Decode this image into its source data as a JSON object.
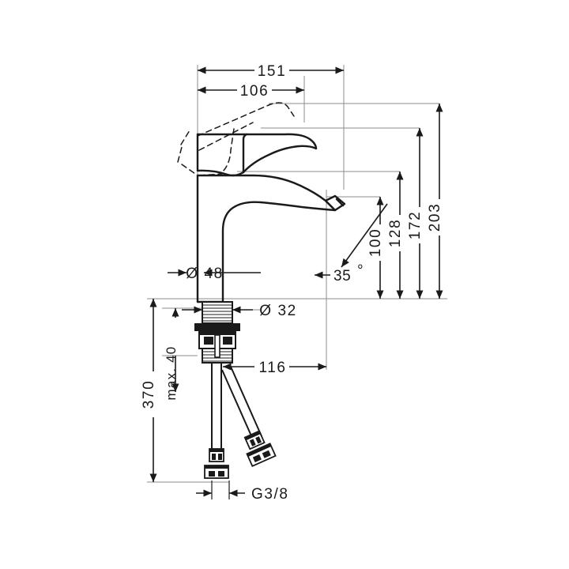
{
  "drawing": {
    "type": "technical-dimension-drawing",
    "subject": "single-lever basin mixer faucet",
    "background_color": "#ffffff",
    "line_color": "#1a1a1a",
    "extension_line_color": "#8c8c8c",
    "units": "mm"
  },
  "dimensions": {
    "horizontal": [
      {
        "id": "d151",
        "label": "151",
        "note": "overall spout reach from back reference to spout tip"
      },
      {
        "id": "d106",
        "label": "106",
        "note": "handle/lever projection"
      },
      {
        "id": "d116",
        "label": "116",
        "note": "spout outlet offset below deck"
      }
    ],
    "vertical_right": [
      {
        "id": "d100",
        "label": "100",
        "note": "height to spout underside"
      },
      {
        "id": "d128",
        "label": "128",
        "note": "height to spout top"
      },
      {
        "id": "d172",
        "label": "172",
        "note": "height to lever top closed"
      },
      {
        "id": "d203",
        "label": "203",
        "note": "overall height lever raised"
      }
    ],
    "vertical_left": [
      {
        "id": "d370",
        "label": "370",
        "note": "total length of supply hoses below deck"
      },
      {
        "id": "dmax40",
        "label": "max. 40",
        "note": "maximum counter thickness"
      }
    ],
    "diameters": [
      {
        "id": "dia48",
        "label": "Ø 48",
        "note": "body diameter"
      },
      {
        "id": "dia32",
        "label": "Ø 32",
        "note": "mounting shank / hole diameter"
      }
    ],
    "angles": [
      {
        "id": "a35",
        "label": "35",
        "symbol": "°",
        "note": "aerator outlet face angle"
      }
    ],
    "threads": [
      {
        "id": "g38",
        "label": "G3/8",
        "note": "supply hose connection thread"
      }
    ]
  }
}
